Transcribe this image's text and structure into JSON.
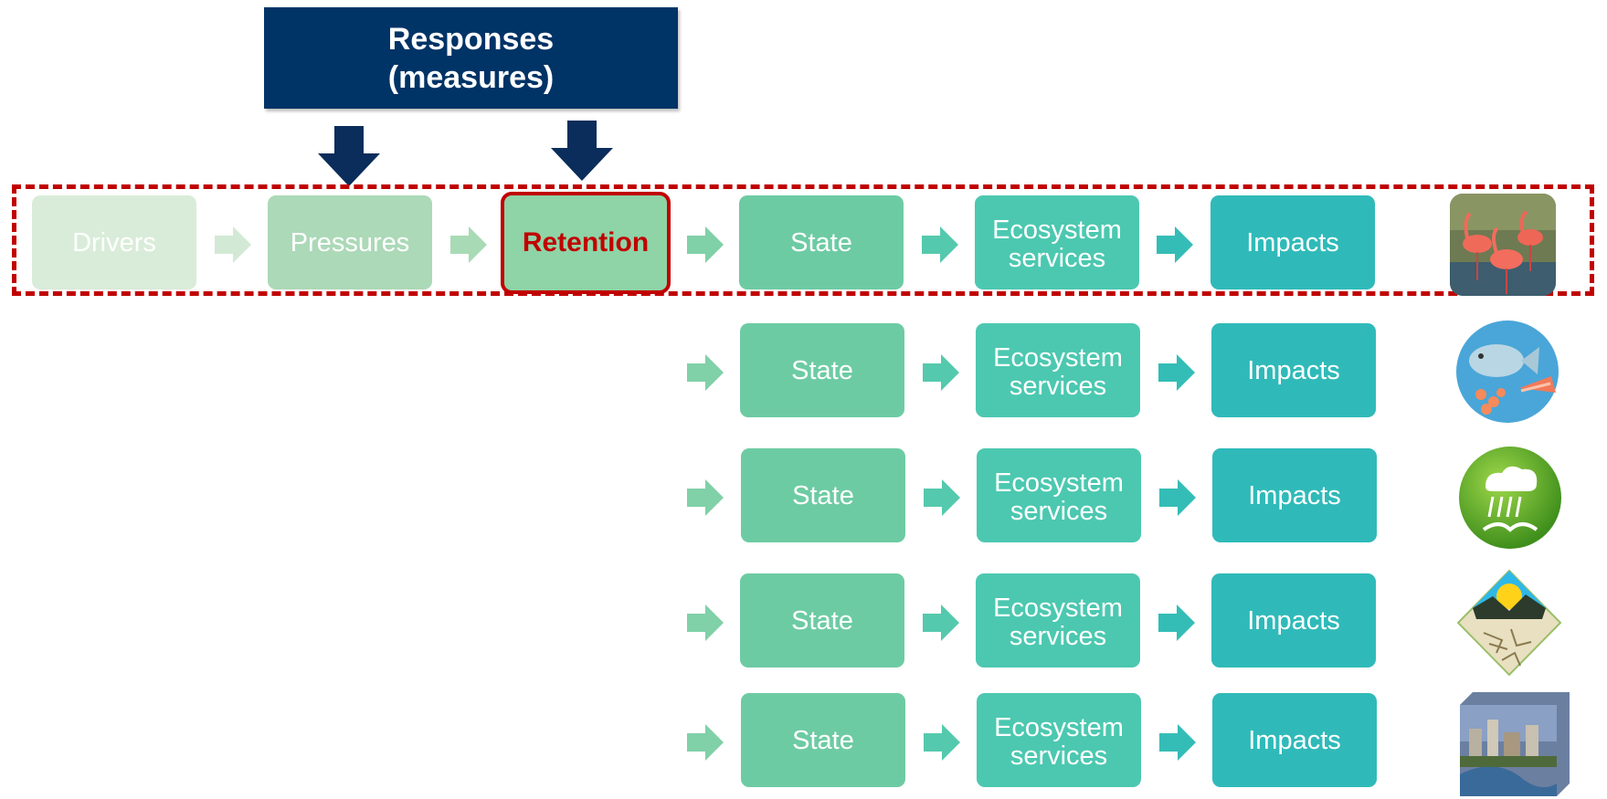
{
  "responses": {
    "line1": "Responses",
    "line2": "(measures)"
  },
  "top_row": {
    "drivers": "Drivers",
    "pressures": "Pressures",
    "retention": "Retention",
    "state": "State",
    "es_line1": "Ecosystem",
    "es_line2": "services",
    "impacts": "Impacts"
  },
  "rows": [
    {
      "state": "State",
      "es_line1": "Ecosystem",
      "es_line2": "services",
      "impacts": "Impacts"
    },
    {
      "state": "State",
      "es_line1": "Ecosystem",
      "es_line2": "services",
      "impacts": "Impacts"
    },
    {
      "state": "State",
      "es_line1": "Ecosystem",
      "es_line2": "services",
      "impacts": "Impacts"
    },
    {
      "state": "State",
      "es_line1": "Ecosystem",
      "es_line2": "services",
      "impacts": "Impacts"
    }
  ],
  "colors": {
    "drivers": "#d9ecd9",
    "pressures": "#acd9b8",
    "retention": "#8ed4a6",
    "retention_border": "#c00000",
    "retention_text": "#c00000",
    "state": "#6dcba3",
    "ecosystem_services": "#4cc8b0",
    "impacts": "#2fbab9",
    "responses": "#003366",
    "dashed_border": "#c00000"
  },
  "icons": [
    "flamingo-photo-icon",
    "seafood-icon",
    "climate-regulation-icon",
    "drought-icon",
    "city-river-photo-icon"
  ]
}
